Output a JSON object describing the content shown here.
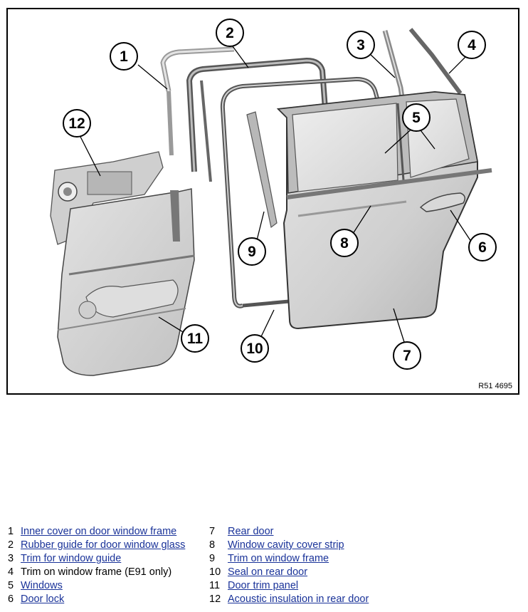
{
  "figure": {
    "reference": "R51 4695",
    "callouts": [
      "1",
      "2",
      "3",
      "4",
      "5",
      "6",
      "7",
      "8",
      "9",
      "10",
      "11",
      "12"
    ]
  },
  "legend": {
    "items": [
      {
        "num": "1",
        "label": "Inner cover on door window frame",
        "link": true
      },
      {
        "num": "2",
        "label": "Rubber guide for door window glass",
        "link": true
      },
      {
        "num": "3",
        "label": "Trim for window guide",
        "link": true
      },
      {
        "num": "4",
        "label": "Trim on window frame (E91 only)",
        "link": false
      },
      {
        "num": "5",
        "label": "Windows",
        "link": true
      },
      {
        "num": "6",
        "label": "Door lock",
        "link": true
      },
      {
        "num": "7",
        "label": "Rear door",
        "link": true
      },
      {
        "num": "8",
        "label": "Window cavity cover strip",
        "link": true
      },
      {
        "num": "9",
        "label": "Trim on window frame",
        "link": true
      },
      {
        "num": "10",
        "label": "Seal on rear door",
        "link": true
      },
      {
        "num": "11",
        "label": "Door trim panel",
        "link": true
      },
      {
        "num": "12",
        "label": "Acoustic insulation in rear door",
        "link": true
      }
    ]
  }
}
